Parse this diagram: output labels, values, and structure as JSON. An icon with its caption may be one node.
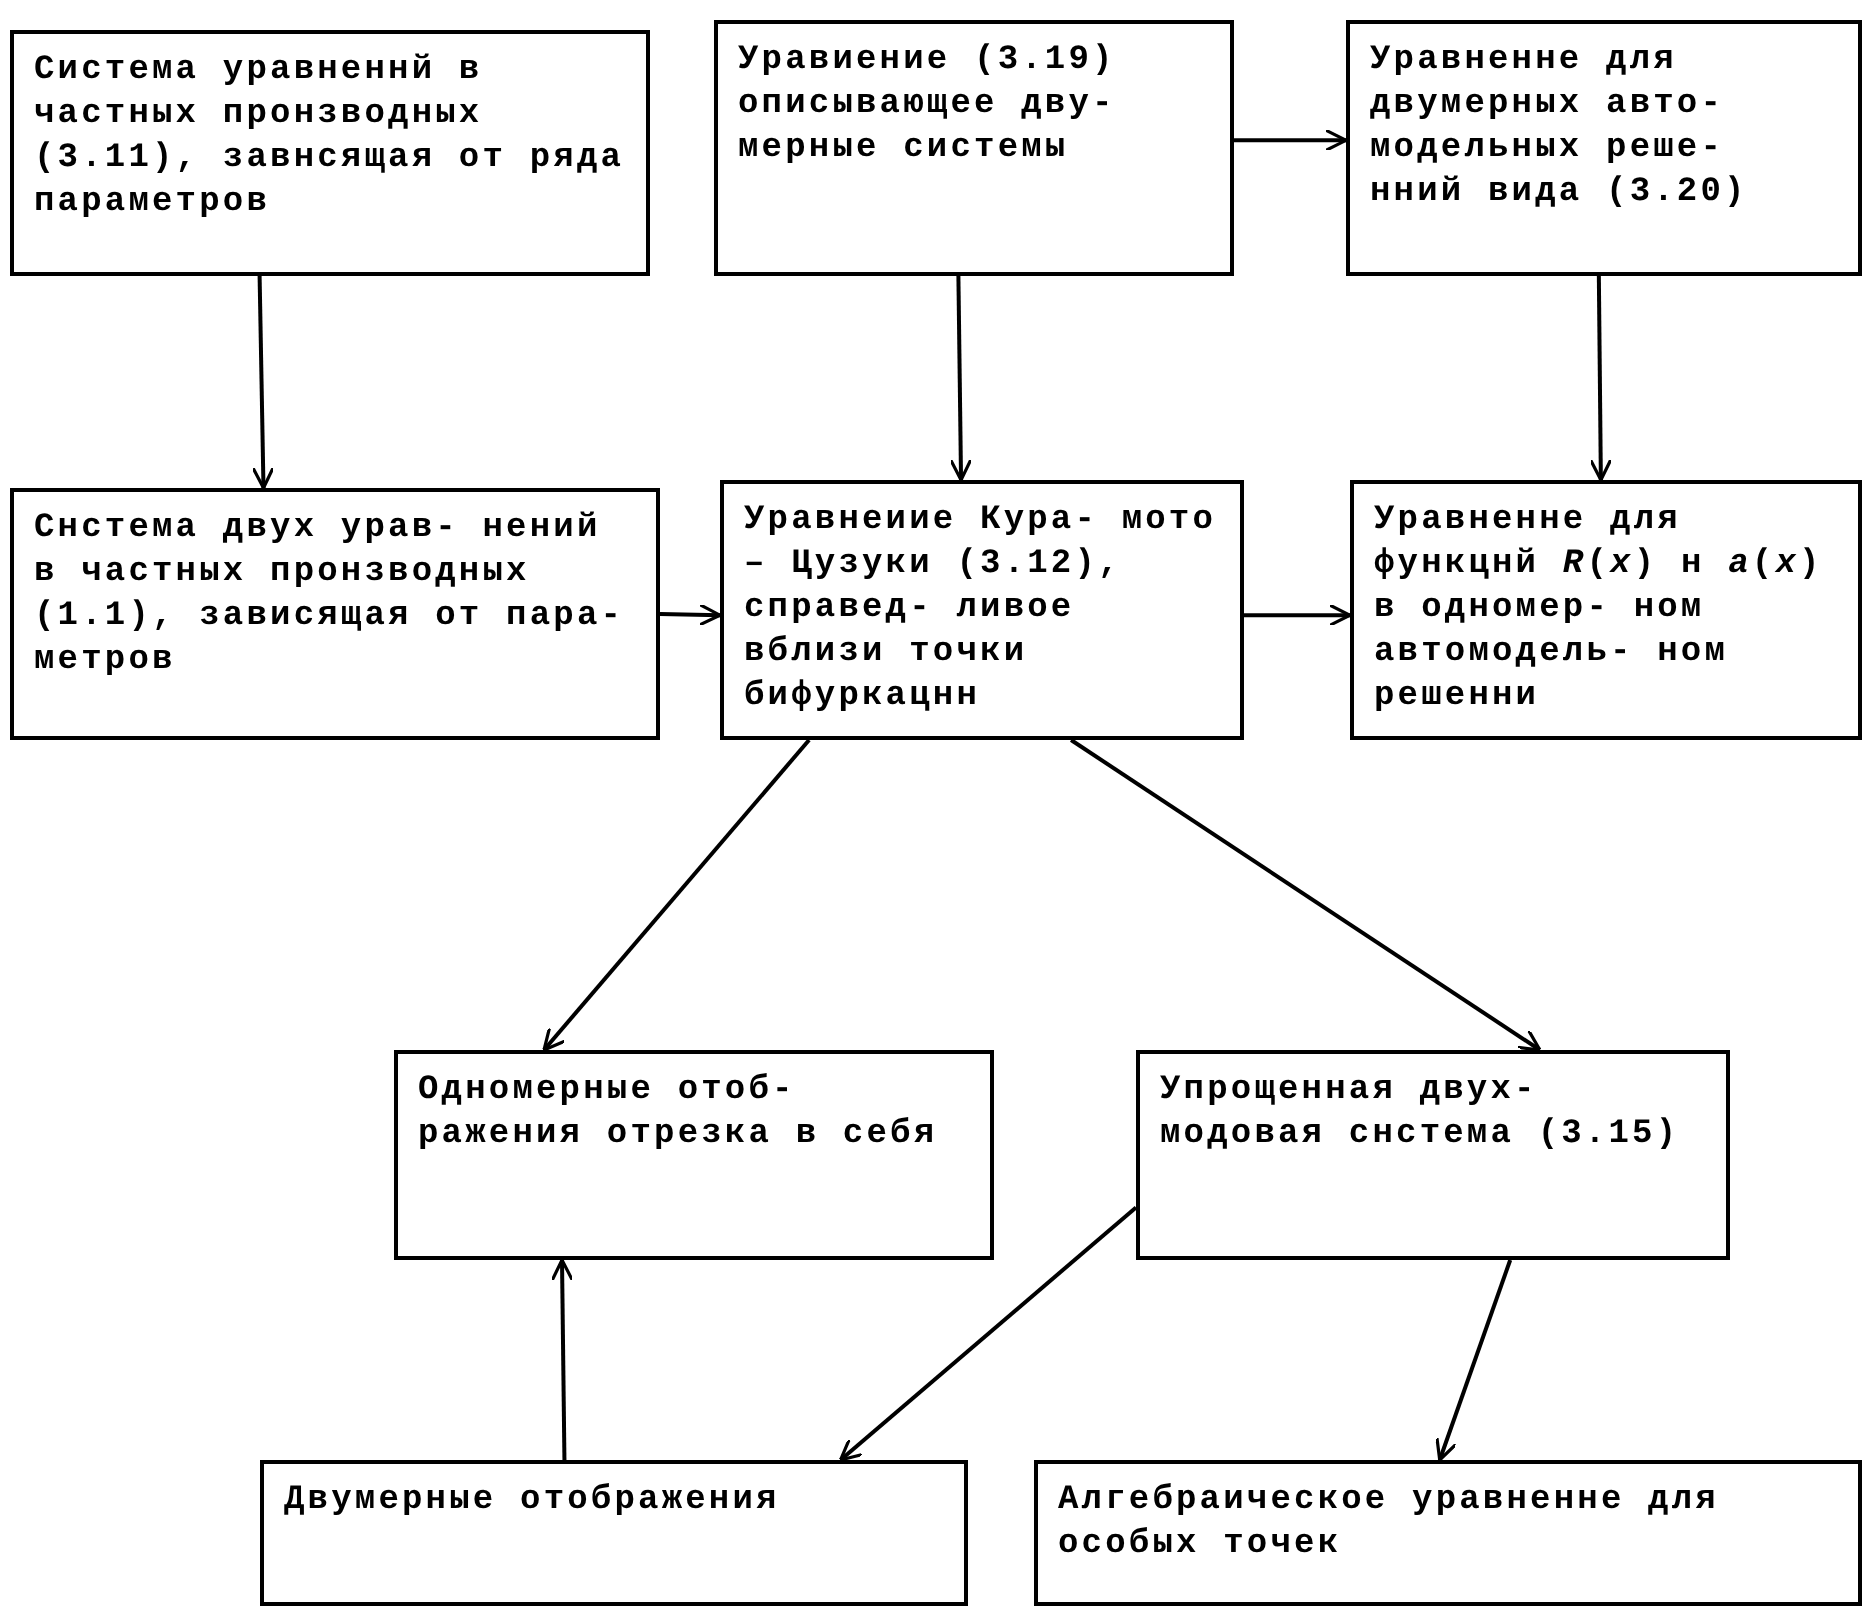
{
  "diagram": {
    "nodes": [
      {
        "text": [
          "Система уравненнй в частных пронзводных (3.11), завнсящая от ряда параметров"
        ]
      },
      {
        "text": [
          "Уравиение (3.19) описывающее дву- мерные системы"
        ]
      },
      {
        "text": [
          "Уравненне для двумерных авто- модельных реше- нний вида (3.20)"
        ]
      },
      {
        "text": [
          "Снстема двух урав- нений в частных пронзводных (1.1), зависящая от пара- метров"
        ]
      },
      {
        "text": [
          "Уравнеиие Кура- мото – Цузуки (3.12), справед- ливое вблизи точки бифуркацнн"
        ]
      },
      {
        "text": [
          "Уравненне для функцнй *R*(*x*) н *a*(*x*) в одномер- ном автомодель- ном решенни"
        ]
      },
      {
        "text": [
          "Одномерные отоб- ражения отрезка в себя"
        ]
      },
      {
        "text": [
          "Упрощенная двух- модовая снстема (3.15)"
        ]
      },
      {
        "text": [
          "Двумерные отображения"
        ]
      },
      {
        "text": [
          "Алгебраическое уравненне для особых точек"
        ]
      }
    ],
    "edges": [
      {
        "from": 0,
        "to": 3,
        "arrow": "to"
      },
      {
        "from": 1,
        "to": 2,
        "arrow": "to"
      },
      {
        "from": 1,
        "to": 4,
        "arrow": "to"
      },
      {
        "from": 2,
        "to": 5,
        "arrow": "to"
      },
      {
        "from": 3,
        "to": 4,
        "arrow": "to"
      },
      {
        "from": 4,
        "to": 5,
        "arrow": "to"
      },
      {
        "from": 4,
        "to": 6,
        "arrow": "to"
      },
      {
        "from": 4,
        "to": 7,
        "arrow": "to"
      },
      {
        "from": 7,
        "to": 8,
        "arrow": "to"
      },
      {
        "from": 7,
        "to": 9,
        "arrow": "to"
      },
      {
        "from": 8,
        "to": 6,
        "arrow": "to"
      }
    ]
  }
}
